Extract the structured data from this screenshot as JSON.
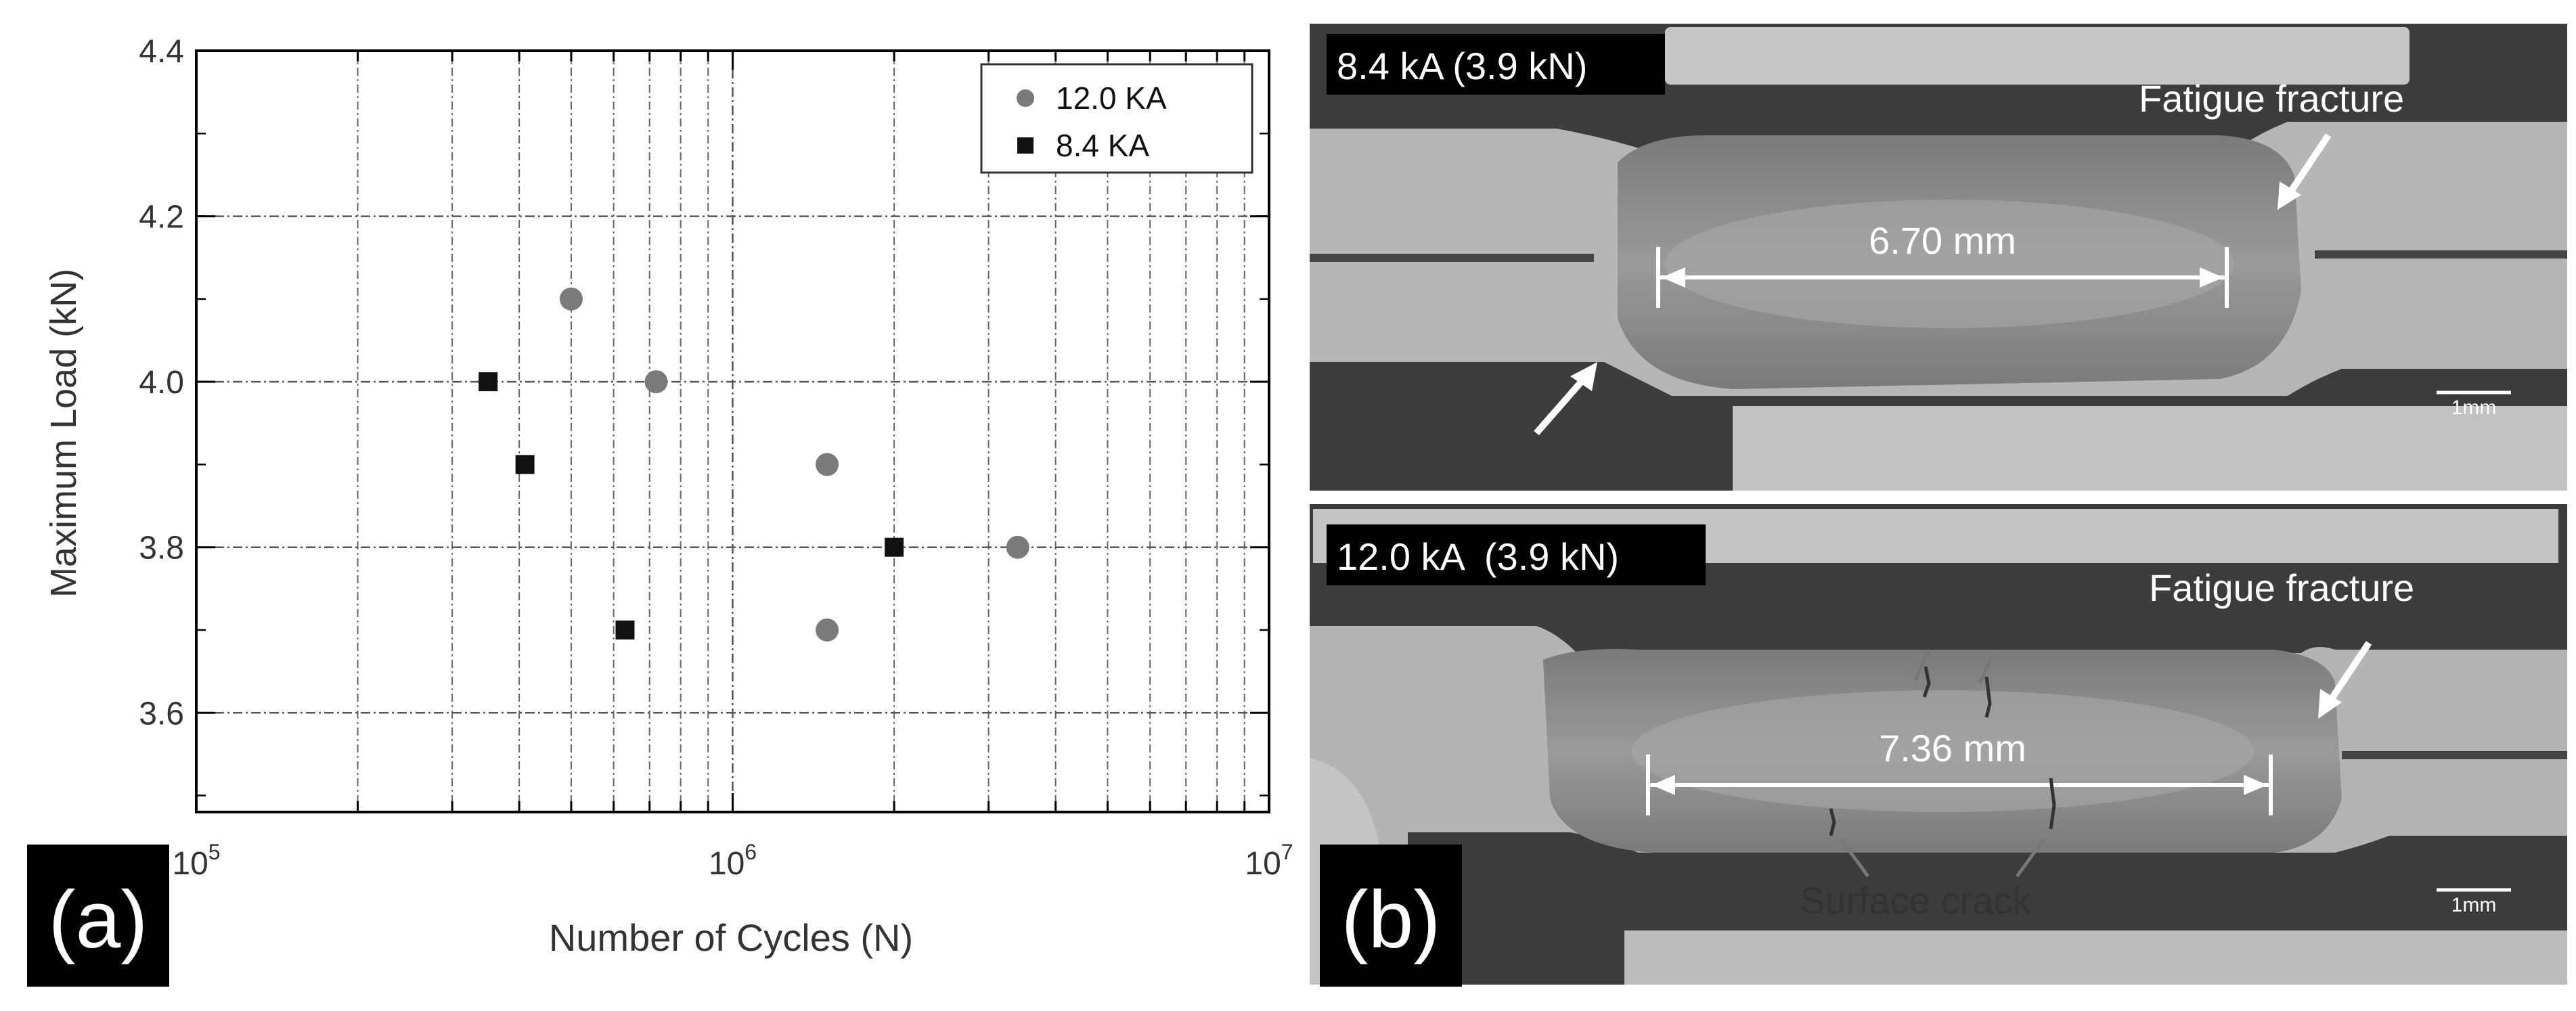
{
  "chart_data": {
    "type": "scatter",
    "panel_label": "(a)",
    "title": "",
    "xlabel": "Number of Cycles (N)",
    "ylabel": "Maximum Load (kN)",
    "xscale": "log",
    "xlim": [
      100000,
      10000000
    ],
    "ylim": [
      3.48,
      4.4
    ],
    "x_tick_labels": [
      {
        "base": "10",
        "exp": "5",
        "value": 100000
      },
      {
        "base": "10",
        "exp": "6",
        "value": 1000000
      },
      {
        "base": "10",
        "exp": "7",
        "value": 10000000
      }
    ],
    "y_ticks": [
      3.6,
      3.8,
      4.0,
      4.2,
      4.4
    ],
    "y_tick_labels": [
      "3.6",
      "3.8",
      "4.0",
      "4.2",
      "4.4"
    ],
    "grid": true,
    "legend_position": "top-right",
    "series": [
      {
        "name": "12.0 KA",
        "marker": "circle",
        "color": "#7a7a7a",
        "points": [
          {
            "x": 500000,
            "y": 4.1
          },
          {
            "x": 720000,
            "y": 4.0
          },
          {
            "x": 1500000,
            "y": 3.9
          },
          {
            "x": 3400000,
            "y": 3.8
          },
          {
            "x": 1500000,
            "y": 3.7
          }
        ]
      },
      {
        "name": "8.4 KA",
        "marker": "square",
        "color": "#111111",
        "points": [
          {
            "x": 350000,
            "y": 4.0
          },
          {
            "x": 410000,
            "y": 3.9
          },
          {
            "x": 2000000,
            "y": 3.8
          },
          {
            "x": 630000,
            "y": 3.7
          }
        ]
      }
    ]
  },
  "micrographs": {
    "panel_label": "(b)",
    "top": {
      "label": "8.4 kA (3.9 kN)",
      "fracture": "Fatigue fracture",
      "dimension": "6.70 mm",
      "scale": "1mm"
    },
    "bottom": {
      "label": "12.0 kA  (3.9 kN)",
      "fracture": "Fatigue fracture",
      "dimension": "7.36 mm",
      "crack": "Surface crack",
      "scale": "1mm"
    }
  }
}
